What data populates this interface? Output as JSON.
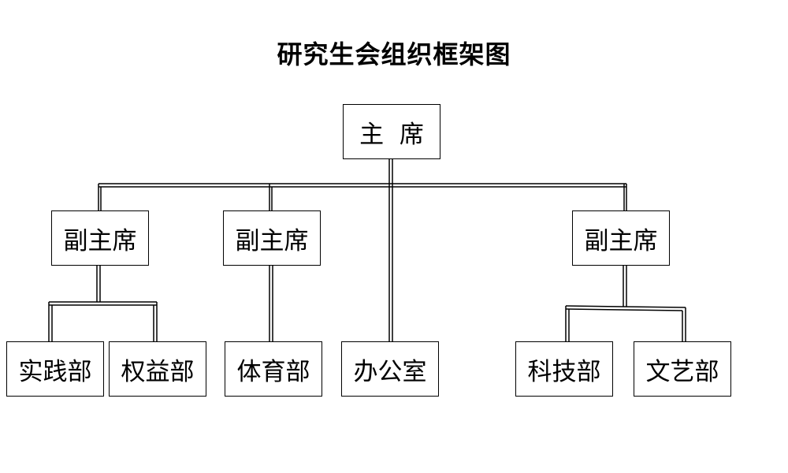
{
  "title": "研究生会组织框架图",
  "chairman": "主  席",
  "vice_chairs": [
    "副主席",
    "副主席",
    "副主席"
  ],
  "departments": [
    "实践部",
    "权益部",
    "体育部",
    "办公室",
    "科技部",
    "文艺部"
  ]
}
